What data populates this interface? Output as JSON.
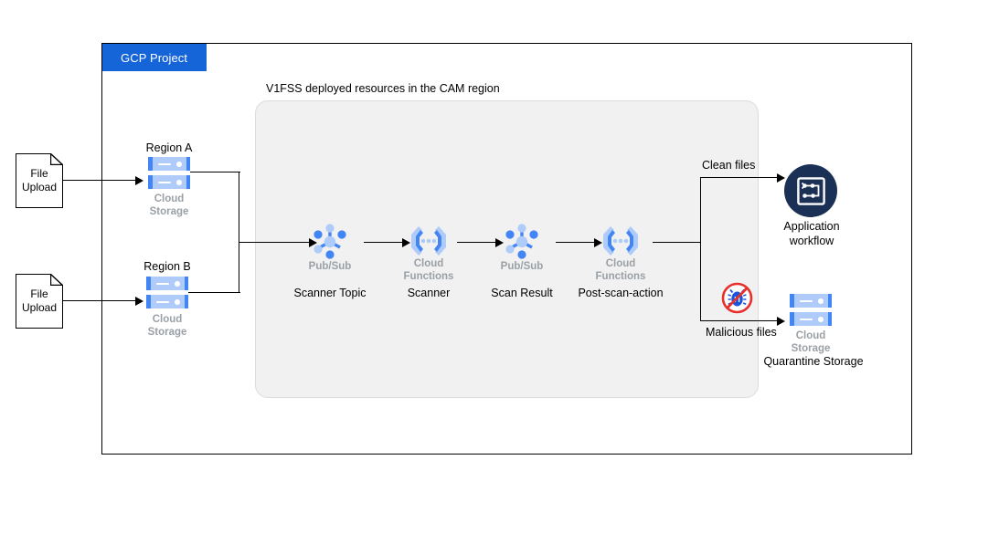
{
  "diagram": {
    "container": {
      "tab_label": "GCP Project",
      "tab_color": "#1565d8"
    },
    "inner_panel": {
      "label": "V1FSS deployed resources in the CAM region",
      "background": "#f1f1f1"
    }
  },
  "sources": [
    {
      "upload_line1": "File",
      "upload_line2": "Upload",
      "region_label": "Region A",
      "product_line1": "Cloud",
      "product_line2": "Storage",
      "icon": "cloud-storage-icon"
    },
    {
      "upload_line1": "File",
      "upload_line2": "Upload",
      "region_label": "Region B",
      "product_line1": "Cloud",
      "product_line2": "Storage",
      "icon": "cloud-storage-icon"
    }
  ],
  "pipeline": [
    {
      "product_line1": "Pub/Sub",
      "product_line2": "",
      "node_label": "Scanner Topic",
      "icon": "pubsub-icon"
    },
    {
      "product_line1": "Cloud",
      "product_line2": "Functions",
      "node_label": "Scanner",
      "icon": "cloud-functions-icon"
    },
    {
      "product_line1": "Pub/Sub",
      "product_line2": "",
      "node_label": "Scan Result",
      "icon": "pubsub-icon"
    },
    {
      "product_line1": "Cloud",
      "product_line2": "Functions",
      "node_label": "Post-scan-action",
      "icon": "cloud-functions-icon"
    }
  ],
  "outcomes": {
    "clean": {
      "edge_label": "Clean files",
      "target_line1": "Application",
      "target_line2": "workflow",
      "icon": "application-workflow-icon",
      "icon_color": "#1b3055"
    },
    "malicious": {
      "edge_label": "Malicious files",
      "icon": "malicious-file-blocked-icon",
      "icon_color": "#e8302a",
      "target_product_line1": "Cloud",
      "target_product_line2": "Storage",
      "target_label": "Quarantine Storage",
      "target_icon": "cloud-storage-icon"
    }
  },
  "colors": {
    "gcp_blue": "#4285f4",
    "gcp_blue_light": "#aecbfa",
    "product_caption_gray": "#9aa0a6",
    "panel_gray": "#f1f1f1"
  }
}
